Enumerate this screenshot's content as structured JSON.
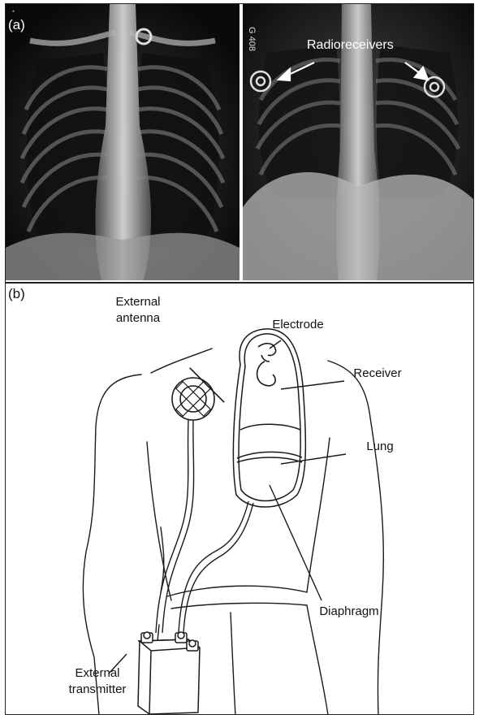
{
  "figure": {
    "panel_a_label": "(a)",
    "panel_b_label": "(b)",
    "xray_annotation": "Radioreceivers",
    "labels": {
      "external_antenna": "External\nantenna",
      "electrode": "Electrode",
      "receiver": "Receiver",
      "lung": "Lung",
      "diaphragm": "Diaphragm",
      "external_transmitter": "External\ntransmitter"
    }
  },
  "colors": {
    "background": "#ffffff",
    "line": "#1a1a1a",
    "xray_dark": "#0b0b0b",
    "xray_bright": "#d9d9d9"
  }
}
